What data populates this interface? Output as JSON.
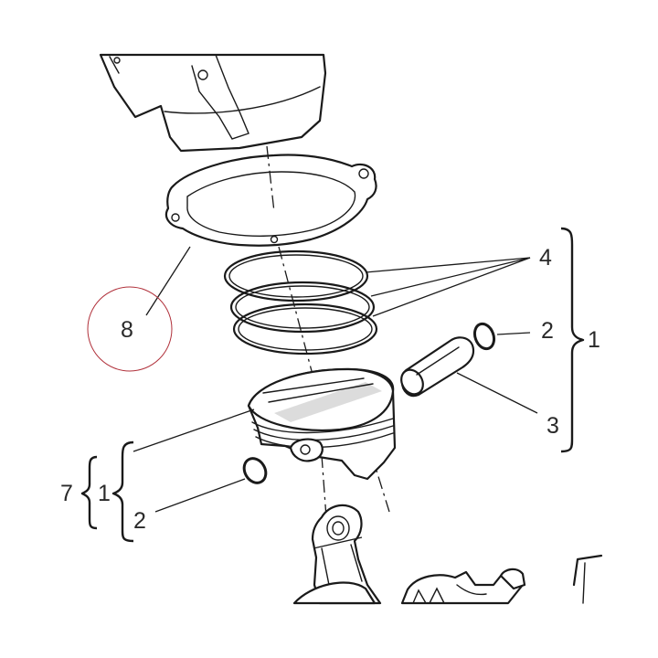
{
  "callouts": {
    "gasket": "8",
    "rings": "4",
    "clip_top": "2",
    "kit_right": "1",
    "pin": "3",
    "group_left": "7",
    "kit_left": "1",
    "clip_left": "2"
  },
  "colors": {
    "line": "#1a1a1a",
    "text": "#2a2a2a",
    "highlight_circle": "#b0303a"
  }
}
